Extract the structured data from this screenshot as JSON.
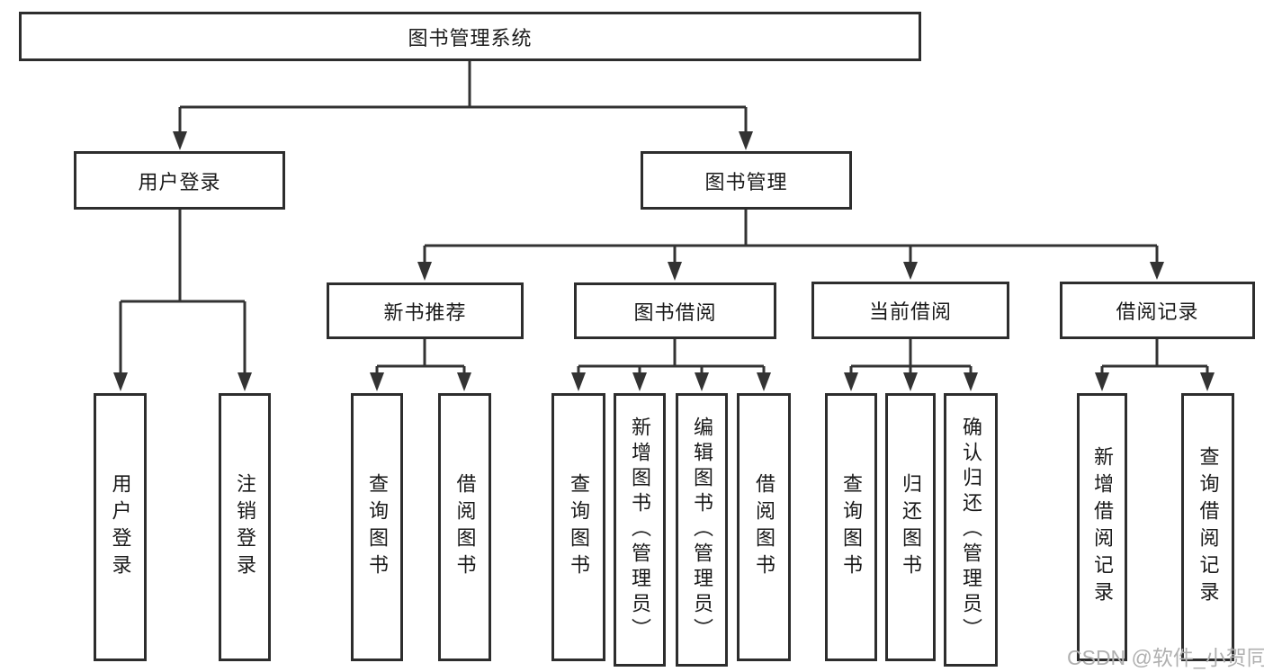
{
  "diagram": {
    "root": "图书管理系统",
    "level2": {
      "user_login": "用户登录",
      "book_management": "图书管理"
    },
    "level3": {
      "new_book_recommend": "新书推荐",
      "book_borrow": "图书借阅",
      "current_borrow": "当前借阅",
      "borrow_record": "借阅记录"
    },
    "leaves": {
      "user_login_group": [
        "用户登录",
        "注销登录"
      ],
      "new_book_group": [
        "查询图书",
        "借阅图书"
      ],
      "book_borrow_group": [
        "查询图书",
        "新增图书（管理员）",
        "编辑图书（管理员）",
        "借阅图书"
      ],
      "current_borrow_group": [
        "查询图书",
        "归还图书",
        "确认归还（管理员）"
      ],
      "borrow_record_group": [
        "新增借阅记录",
        "查询借阅记录"
      ]
    }
  },
  "watermark": {
    "text": "CSDN @软件_小贺同学"
  },
  "colors": {
    "line": "#333333",
    "box_border": "#2d2d2d",
    "text": "#1a1a1a",
    "watermark": "#b0b0b0",
    "background": "#ffffff"
  }
}
